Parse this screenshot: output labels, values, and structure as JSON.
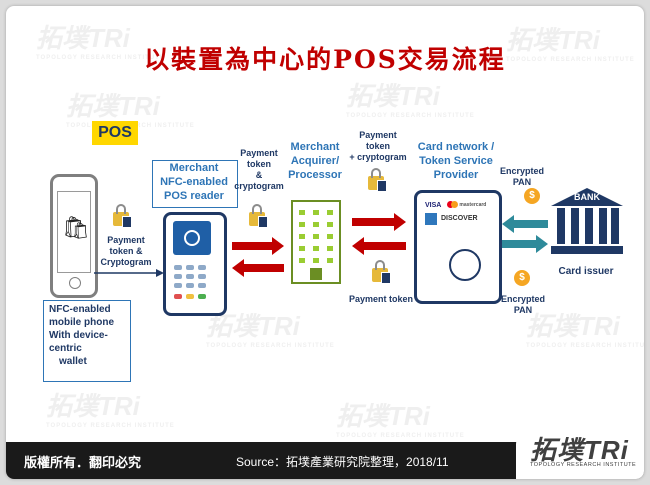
{
  "title": "以裝置為中心的POS交易流程",
  "pos_tag": "POS",
  "phone": {
    "label_lines": [
      "NFC-enabled",
      "mobile phone",
      "With device-",
      "centric",
      "wallet"
    ]
  },
  "reader": {
    "label_lines": [
      "Merchant",
      "NFC-enabled",
      "POS reader"
    ]
  },
  "flows": {
    "phone_to_reader": [
      "Payment",
      "token &",
      "Cryptogram"
    ],
    "reader_to_acquirer": [
      "Payment",
      "token",
      "&",
      "cryptogram"
    ],
    "acquirer_to_network": [
      "Payment",
      "token",
      "+ cryptogram"
    ],
    "network_to_acquirer": [
      "Payment token"
    ],
    "network_to_bank": [
      "Encrypted",
      "PAN"
    ],
    "bank_to_network": [
      "Encrypted",
      "PAN"
    ]
  },
  "acquirer": {
    "label_lines": [
      "Merchant",
      "Acquirer/",
      "Processor"
    ]
  },
  "network": {
    "label_lines": [
      "Card network /",
      "Token Service",
      "Provider"
    ],
    "cards": [
      "VISA",
      "mastercard",
      "DISCOVER"
    ]
  },
  "bank": {
    "sign": "BANK",
    "label": "Card issuer"
  },
  "colors": {
    "arrow_red": "#c00000",
    "arrow_teal": "#2e8a9a",
    "title_red": "#c00000",
    "navy": "#1f3864",
    "blue": "#2e75b6"
  },
  "watermark": {
    "big": "拓墣TRi",
    "small": "TOPOLOGY RESEARCH INSTITUTE"
  },
  "footer": {
    "rights": "版權所有．翻印必究",
    "source": "Source：拓墣產業研究院整理，2018/11",
    "logo_big": "拓墣TRi",
    "logo_small": "TOPOLOGY RESEARCH INSTITUTE"
  }
}
